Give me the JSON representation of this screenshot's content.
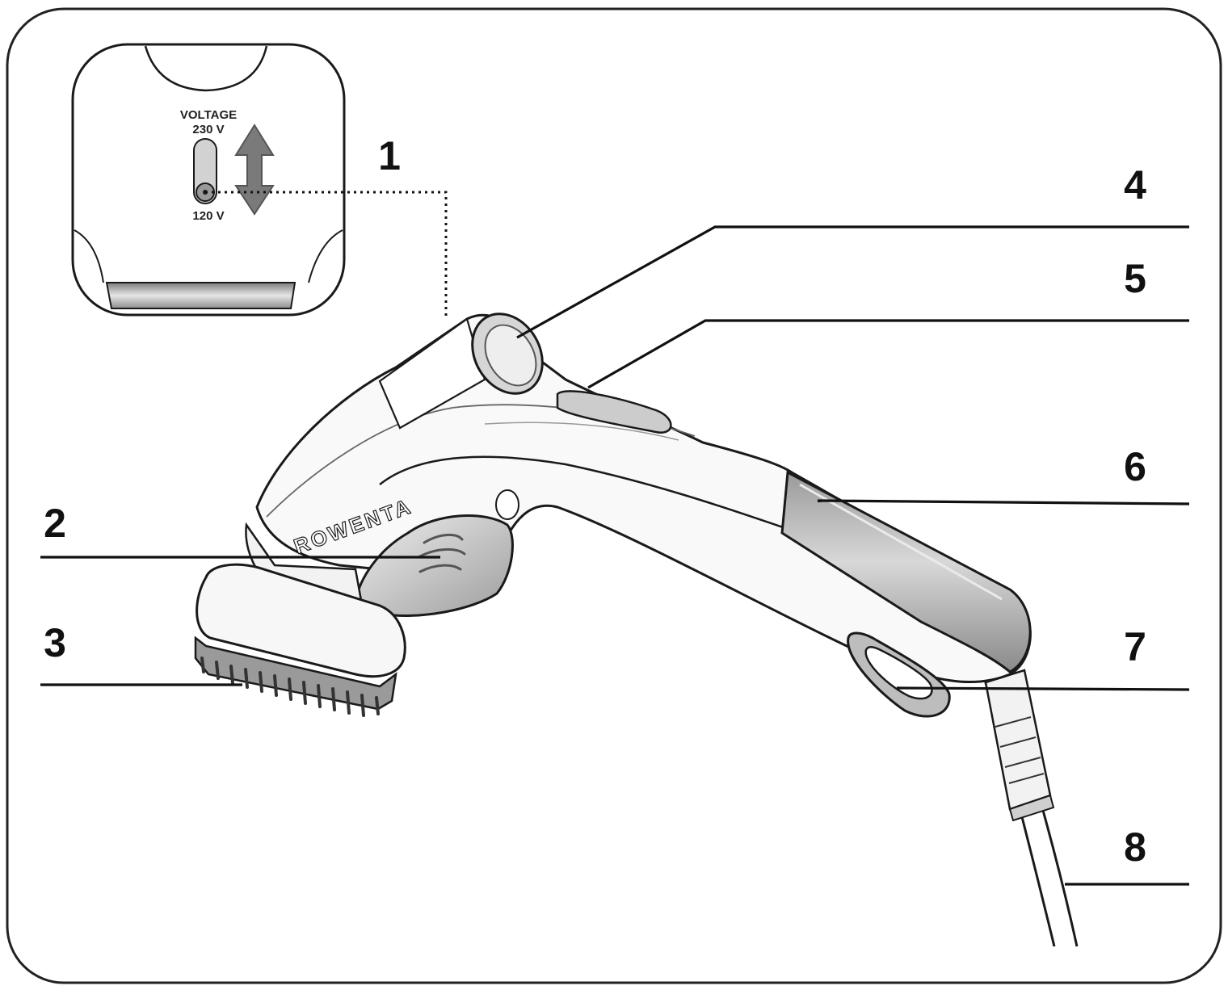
{
  "inset": {
    "voltage_title": "VOLTAGE",
    "voltage_high": "230 V",
    "voltage_low": "120 V"
  },
  "brand": "ROWENTA",
  "callouts": [
    {
      "id": "1",
      "label": "1"
    },
    {
      "id": "2",
      "label": "2"
    },
    {
      "id": "3",
      "label": "3"
    },
    {
      "id": "4",
      "label": "4"
    },
    {
      "id": "5",
      "label": "5"
    },
    {
      "id": "6",
      "label": "6"
    },
    {
      "id": "7",
      "label": "7"
    },
    {
      "id": "8",
      "label": "8"
    }
  ],
  "colors": {
    "outline": "#1a1a1a",
    "body_fill": "#f7f7f7",
    "shade": "#bdbdbd",
    "dark_shade": "#8e8e8e"
  }
}
